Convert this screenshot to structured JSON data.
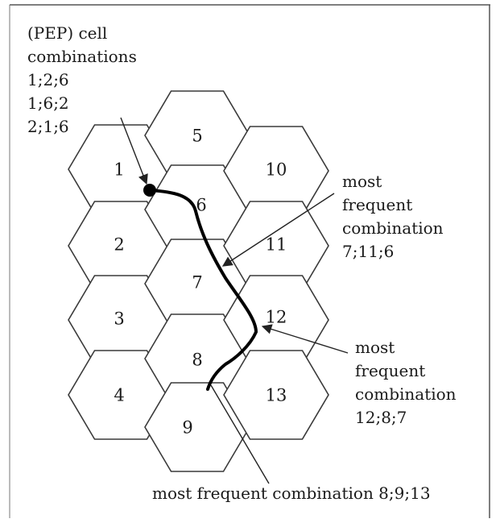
{
  "cells": [
    {
      "id": "1",
      "label": "1"
    },
    {
      "id": "2",
      "label": "2"
    },
    {
      "id": "3",
      "label": "3"
    },
    {
      "id": "4",
      "label": "4"
    },
    {
      "id": "5",
      "label": "5"
    },
    {
      "id": "6",
      "label": "6"
    },
    {
      "id": "7",
      "label": "7"
    },
    {
      "id": "8",
      "label": "8"
    },
    {
      "id": "9",
      "label": "9"
    },
    {
      "id": "10",
      "label": "10"
    },
    {
      "id": "11",
      "label": "11"
    },
    {
      "id": "12",
      "label": "12"
    },
    {
      "id": "13",
      "label": "13"
    }
  ],
  "annotations": {
    "pep": {
      "lines": [
        "(PEP) cell",
        "combinations",
        "1;2;6",
        "1;6;2",
        "2;1;6"
      ]
    },
    "combo_a": {
      "lines": [
        "most",
        "frequent",
        "combination",
        "7;11;6"
      ]
    },
    "combo_b": {
      "lines": [
        "most",
        "frequent",
        "combination",
        "12;8;7"
      ]
    },
    "combo_c": {
      "lines": [
        "most frequent combination 8;9;13"
      ]
    }
  }
}
